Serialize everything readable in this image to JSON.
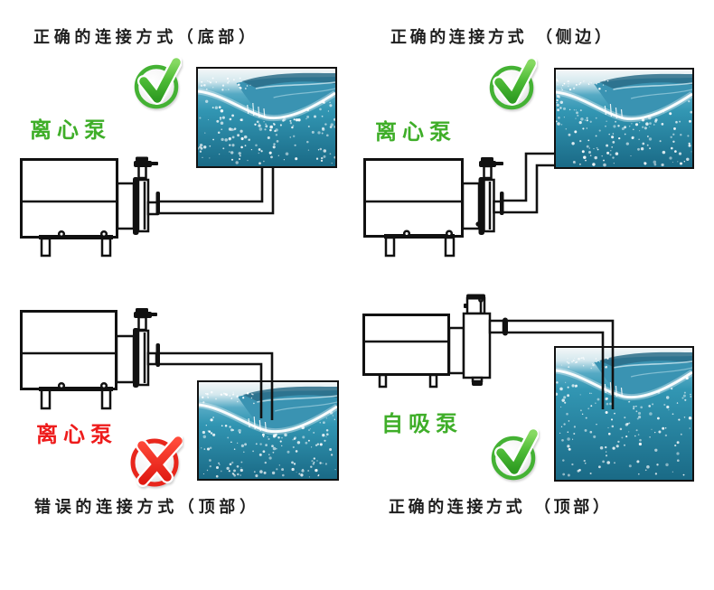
{
  "colors": {
    "correct_green": "#3fae29",
    "wrong_red": "#ee1c1c",
    "caption_text": "#1e1e1e",
    "water_blue": "#2a87a3"
  },
  "panels": [
    {
      "caption": "正确的连接方式（底部）",
      "pump_label": "离心泵",
      "label_color": "#3fae29",
      "verdict": "correct",
      "verdict_icon": "check-circle-icon"
    },
    {
      "caption": "正确的连接方式 （侧边）",
      "pump_label": "离心泵",
      "label_color": "#3fae29",
      "verdict": "correct",
      "verdict_icon": "check-circle-icon"
    },
    {
      "caption": "错误的连接方式（顶部）",
      "pump_label": "离心泵",
      "label_color": "#ee1c1c",
      "verdict": "wrong",
      "verdict_icon": "x-circle-icon"
    },
    {
      "caption": "正确的连接方式 （顶部）",
      "pump_label": "自吸泵",
      "label_color": "#3fae29",
      "verdict": "correct",
      "verdict_icon": "check-circle-icon"
    }
  ]
}
